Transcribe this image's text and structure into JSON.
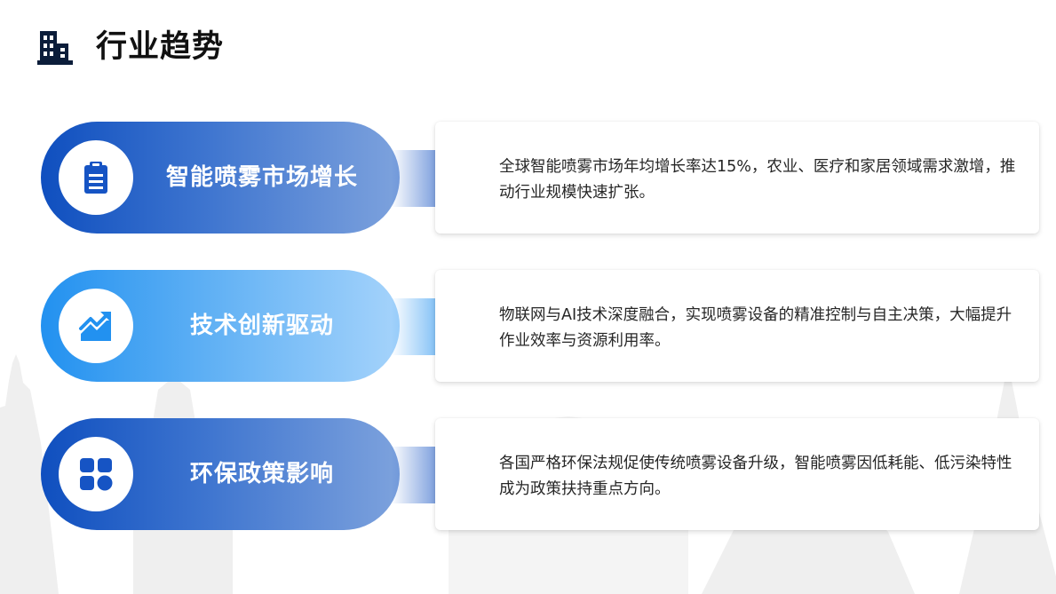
{
  "header": {
    "icon": "building-icon",
    "title": "行业趋势"
  },
  "colors": {
    "dark_blue": "#0f4fbf",
    "light_blue": "#2291f0",
    "title_text": "#111111",
    "body_text": "#262626"
  },
  "trends": [
    {
      "icon": "clipboard-icon",
      "label": "智能喷雾市场增长",
      "description": "全球智能喷雾市场年均增长率达15%，农业、医疗和家居领域需求激增，推动行业规模快速扩张。"
    },
    {
      "icon": "trend-up-icon",
      "label": "技术创新驱动",
      "description": "物联网与AI技术深度融合，实现喷雾设备的精准控制与自主决策，大幅提升作业效率与资源利用率。"
    },
    {
      "icon": "grid-icon",
      "label": "环保政策影响",
      "description": "各国严格环保法规促使传统喷雾设备升级，智能喷雾因低耗能、低污染特性成为政策扶持重点方向。"
    }
  ]
}
